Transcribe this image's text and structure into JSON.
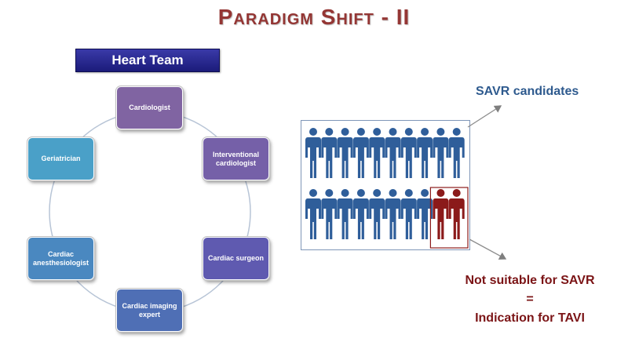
{
  "title": "Paradigm Shift - II",
  "heart_team": {
    "label": "Heart Team",
    "members": [
      {
        "label": "Cardiologist",
        "color": "#8064a2"
      },
      {
        "label": "Interventional cardiologist",
        "color": "#7560a8"
      },
      {
        "label": "Cardiac surgeon",
        "color": "#5f5ab0"
      },
      {
        "label": "Cardiac imaging expert",
        "color": "#4f6fb5"
      },
      {
        "label": "Cardiac anesthesiologist",
        "color": "#4a88c0"
      },
      {
        "label": "Geriatrician",
        "color": "#4aa0c8"
      }
    ]
  },
  "patients": {
    "rows": 2,
    "per_row": 10,
    "unsuitable_count": 2,
    "candidate_color": "#2f5e9a",
    "unsuitable_color": "#8b1a1a",
    "savr_label": "SAVR candidates",
    "not_suitable_label": "Not suitable for SAVR",
    "equals_label": "=",
    "indication_label": "Indication for TAVI"
  }
}
